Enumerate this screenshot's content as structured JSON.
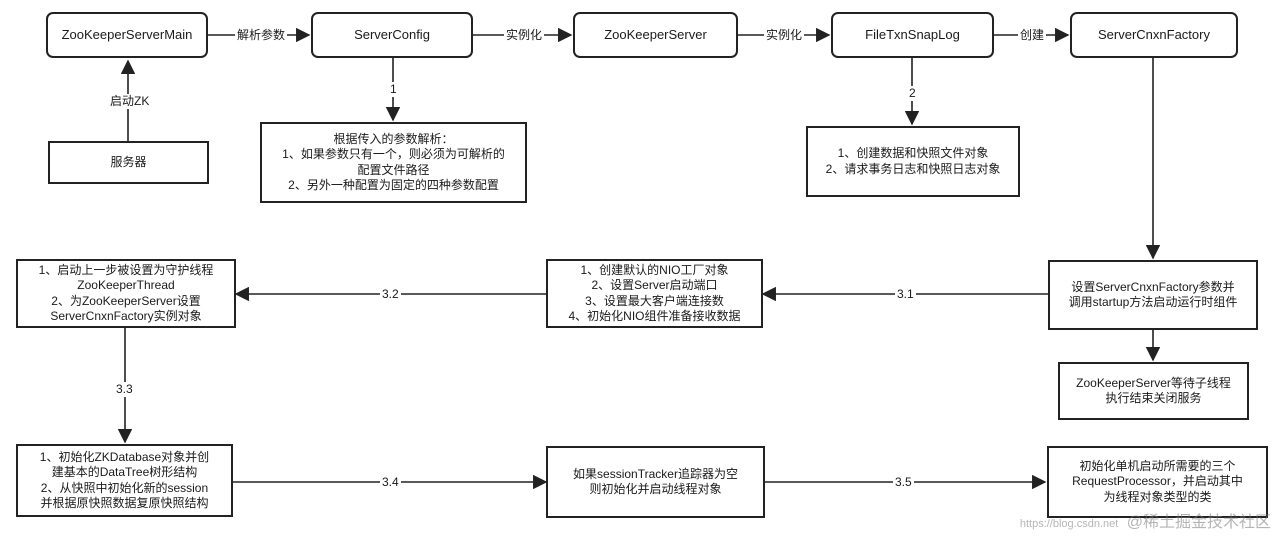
{
  "nodes": {
    "main": "ZooKeeperServerMain",
    "config": "ServerConfig",
    "zks": "ZooKeeperServer",
    "ftsl": "FileTxnSnapLog",
    "factory": "ServerCnxnFactory",
    "server": "服务器",
    "note1": "根据传入的参数解析：\n1、如果参数只有一个，则必须为可解析的\n配置文件路径\n2、另外一种配置为固定的四种参数配置",
    "note2": "1、创建数据和快照文件对象\n2、请求事务日志和快照日志对象",
    "startup": "设置ServerCnxnFactory参数并\n调用startup方法启动运行时组件",
    "wait": "ZooKeeperServer等待子线程\n执行结束关闭服务",
    "nio": "1、创建默认的NIO工厂对象\n2、设置Server启动端口\n3、设置最大客户端连接数\n4、初始化NIO组件准备接收数据",
    "thread": "1、启动上一步被设置为守护线程\nZooKeeperThread\n2、为ZooKeeperServer设置\nServerCnxnFactory实例对象",
    "zkdb": "1、初始化ZKDatabase对象并创\n建基本的DataTree树形结构\n2、从快照中初始化新的session\n并根据原快照数据复原快照结构",
    "tracker": "如果sessionTracker追踪器为空\n则初始化并启动线程对象",
    "processor": "初始化单机启动所需要的三个\nRequestProcessor，并启动其中\n为线程对象类型的类"
  },
  "edges": {
    "parse": "解析参数",
    "inst1": "实例化",
    "inst2": "实例化",
    "create": "创建",
    "start_zk": "启动ZK",
    "e1": "1",
    "e2": "2",
    "e31": "3.1",
    "e32": "3.2",
    "e33": "3.3",
    "e34": "3.4",
    "e35": "3.5"
  },
  "watermark": {
    "url": "https://blog.csdn.net",
    "text": "@稀土掘金技术社区"
  },
  "colors": {
    "line": "#222222",
    "text": "#1a1a1a"
  }
}
